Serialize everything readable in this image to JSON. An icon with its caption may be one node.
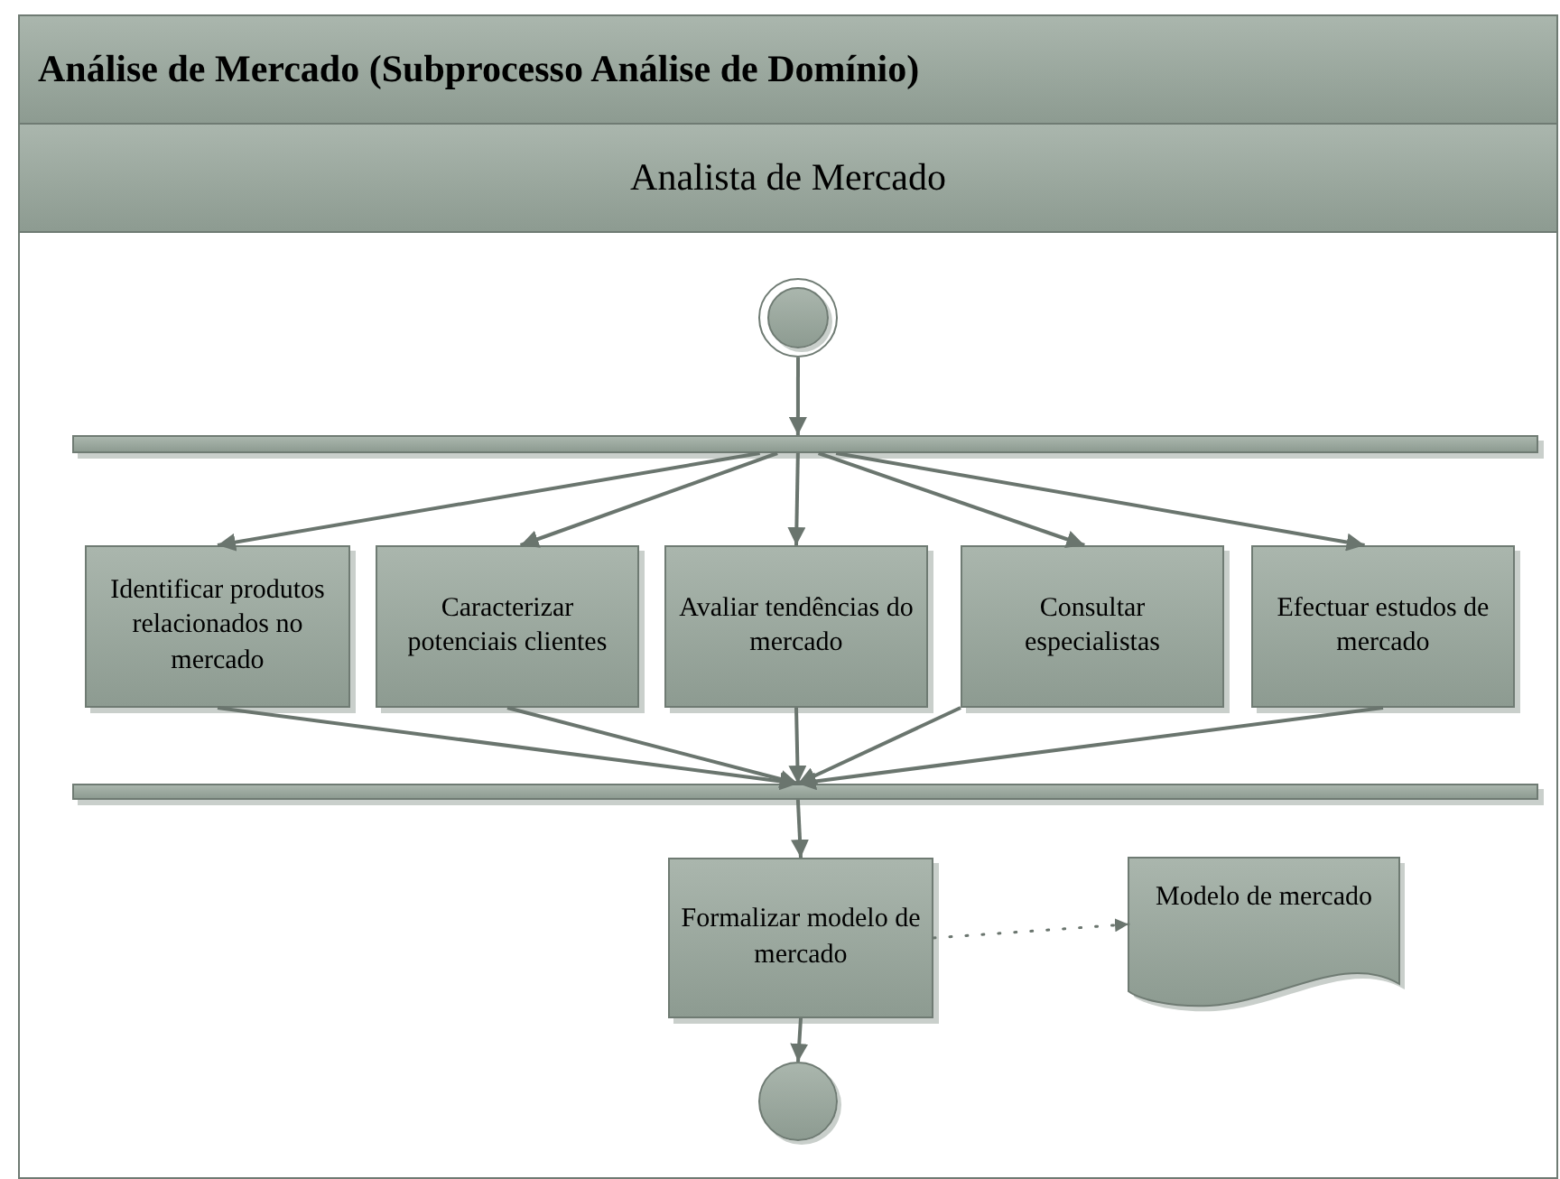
{
  "diagram": {
    "nodes": [
      {
        "text": [
          "Análise de Mercado (Subprocesso Análise de Domínio)"
        ]
      },
      {
        "text": [
          "Analista de Mercado"
        ],
        "in": 0
      },
      {
        "text": [],
        "shape": "circle",
        "in": 1
      },
      {
        "text": [],
        "shape": "bar",
        "in": 1
      },
      {
        "text": [
          "Identificar produtos relacionados no mercado"
        ],
        "in": 1
      },
      {
        "text": [
          "Caracterizar potenciais clientes"
        ],
        "in": 1
      },
      {
        "text": [
          "Avaliar tendências do mercado"
        ],
        "in": 1
      },
      {
        "text": [
          "Consultar especialistas"
        ],
        "in": 1
      },
      {
        "text": [
          "Efectuar estudos de mercado"
        ],
        "in": 1
      },
      {
        "text": [],
        "shape": "bar",
        "in": 1
      },
      {
        "text": [
          "Formalizar modelo de mercado"
        ],
        "in": 1
      },
      {
        "text": [
          "Modelo de mercado"
        ],
        "in": 1
      },
      {
        "text": [],
        "shape": "circle",
        "in": 1
      }
    ],
    "edges": [
      {
        "from": 2,
        "to": 3,
        "arrow": "to"
      },
      {
        "from": 3,
        "to": 4,
        "arrow": "to"
      },
      {
        "from": 3,
        "to": 5,
        "arrow": "to"
      },
      {
        "from": 3,
        "to": 6,
        "arrow": "to"
      },
      {
        "from": 3,
        "to": 7,
        "arrow": "to"
      },
      {
        "from": 3,
        "to": 8,
        "arrow": "to"
      },
      {
        "from": 4,
        "to": 9,
        "arrow": "to"
      },
      {
        "from": 5,
        "to": 9,
        "arrow": "to"
      },
      {
        "from": 6,
        "to": 9,
        "arrow": "to"
      },
      {
        "from": 7,
        "to": 9,
        "arrow": "to"
      },
      {
        "from": 8,
        "to": 9,
        "arrow": "to"
      },
      {
        "from": 9,
        "to": 10,
        "arrow": "to"
      },
      {
        "from": 10,
        "to": 11,
        "arrow": "to",
        "style": "dashed"
      },
      {
        "from": 10,
        "to": 12,
        "arrow": "to"
      }
    ]
  }
}
